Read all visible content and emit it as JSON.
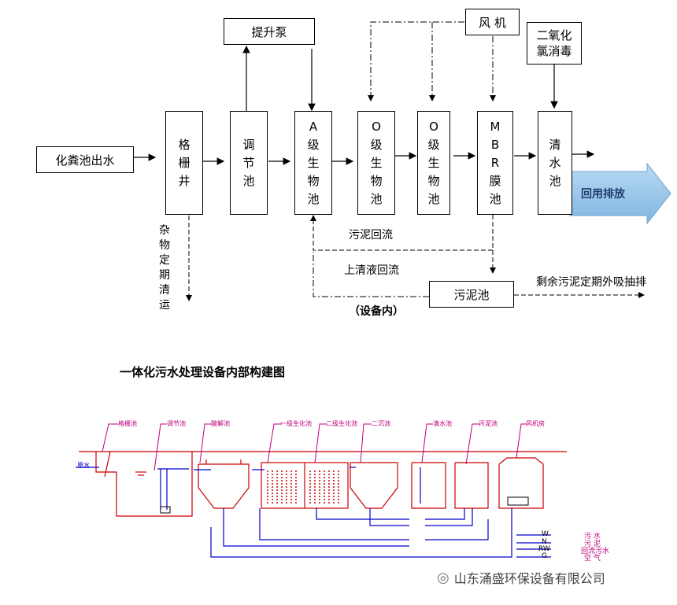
{
  "flow": {
    "source": "化粪池出水",
    "pump": "提升泵",
    "blower": "风 机",
    "disinfect": [
      "二氧化",
      "氯消毒"
    ],
    "tanks": [
      {
        "chars": [
          "格",
          "栅",
          "井"
        ]
      },
      {
        "chars": [
          "调",
          "节",
          "池"
        ]
      },
      {
        "chars": [
          "A",
          "级",
          "生",
          "物",
          "池"
        ]
      },
      {
        "chars": [
          "O",
          "级",
          "生",
          "物",
          "池"
        ]
      },
      {
        "chars": [
          "O",
          "级",
          "生",
          "物",
          "池"
        ]
      },
      {
        "chars": [
          "M",
          "B",
          "R",
          "膜",
          "池"
        ]
      },
      {
        "chars": [
          "清",
          "水",
          "池"
        ]
      }
    ],
    "sludge_tank": "污泥池",
    "sludge_return": "污泥回流",
    "supernatant_return": "上清液回流",
    "equipment_inner": "（设备内）",
    "debris": [
      "杂",
      "物",
      "定",
      "期",
      "清",
      "运"
    ],
    "excess_sludge": "剩余污泥定期外吸抽排",
    "discharge": "回用排放"
  },
  "section_title": "一体化污水处理设备内部构建图",
  "drawing": {
    "inlet": "原水",
    "labels": [
      "格栅池",
      "调节池",
      "酸解池",
      "一级生化池",
      "二级生化池",
      "二沉池",
      "清水池",
      "污泥池",
      "风机房"
    ],
    "legend": [
      {
        "code": "W",
        "text": "污 水"
      },
      {
        "code": "N",
        "text": "污 泥"
      },
      {
        "code": "RW",
        "text": "回流污水"
      },
      {
        "code": "G",
        "text": "空 气"
      }
    ]
  },
  "watermark": "山东涌盛环保设备有限公司",
  "colors": {
    "line": "#000000",
    "pipe": "#0000cc",
    "outline": "#cc0000",
    "label": "#c0007a",
    "arrow": "#8fc3ea"
  }
}
